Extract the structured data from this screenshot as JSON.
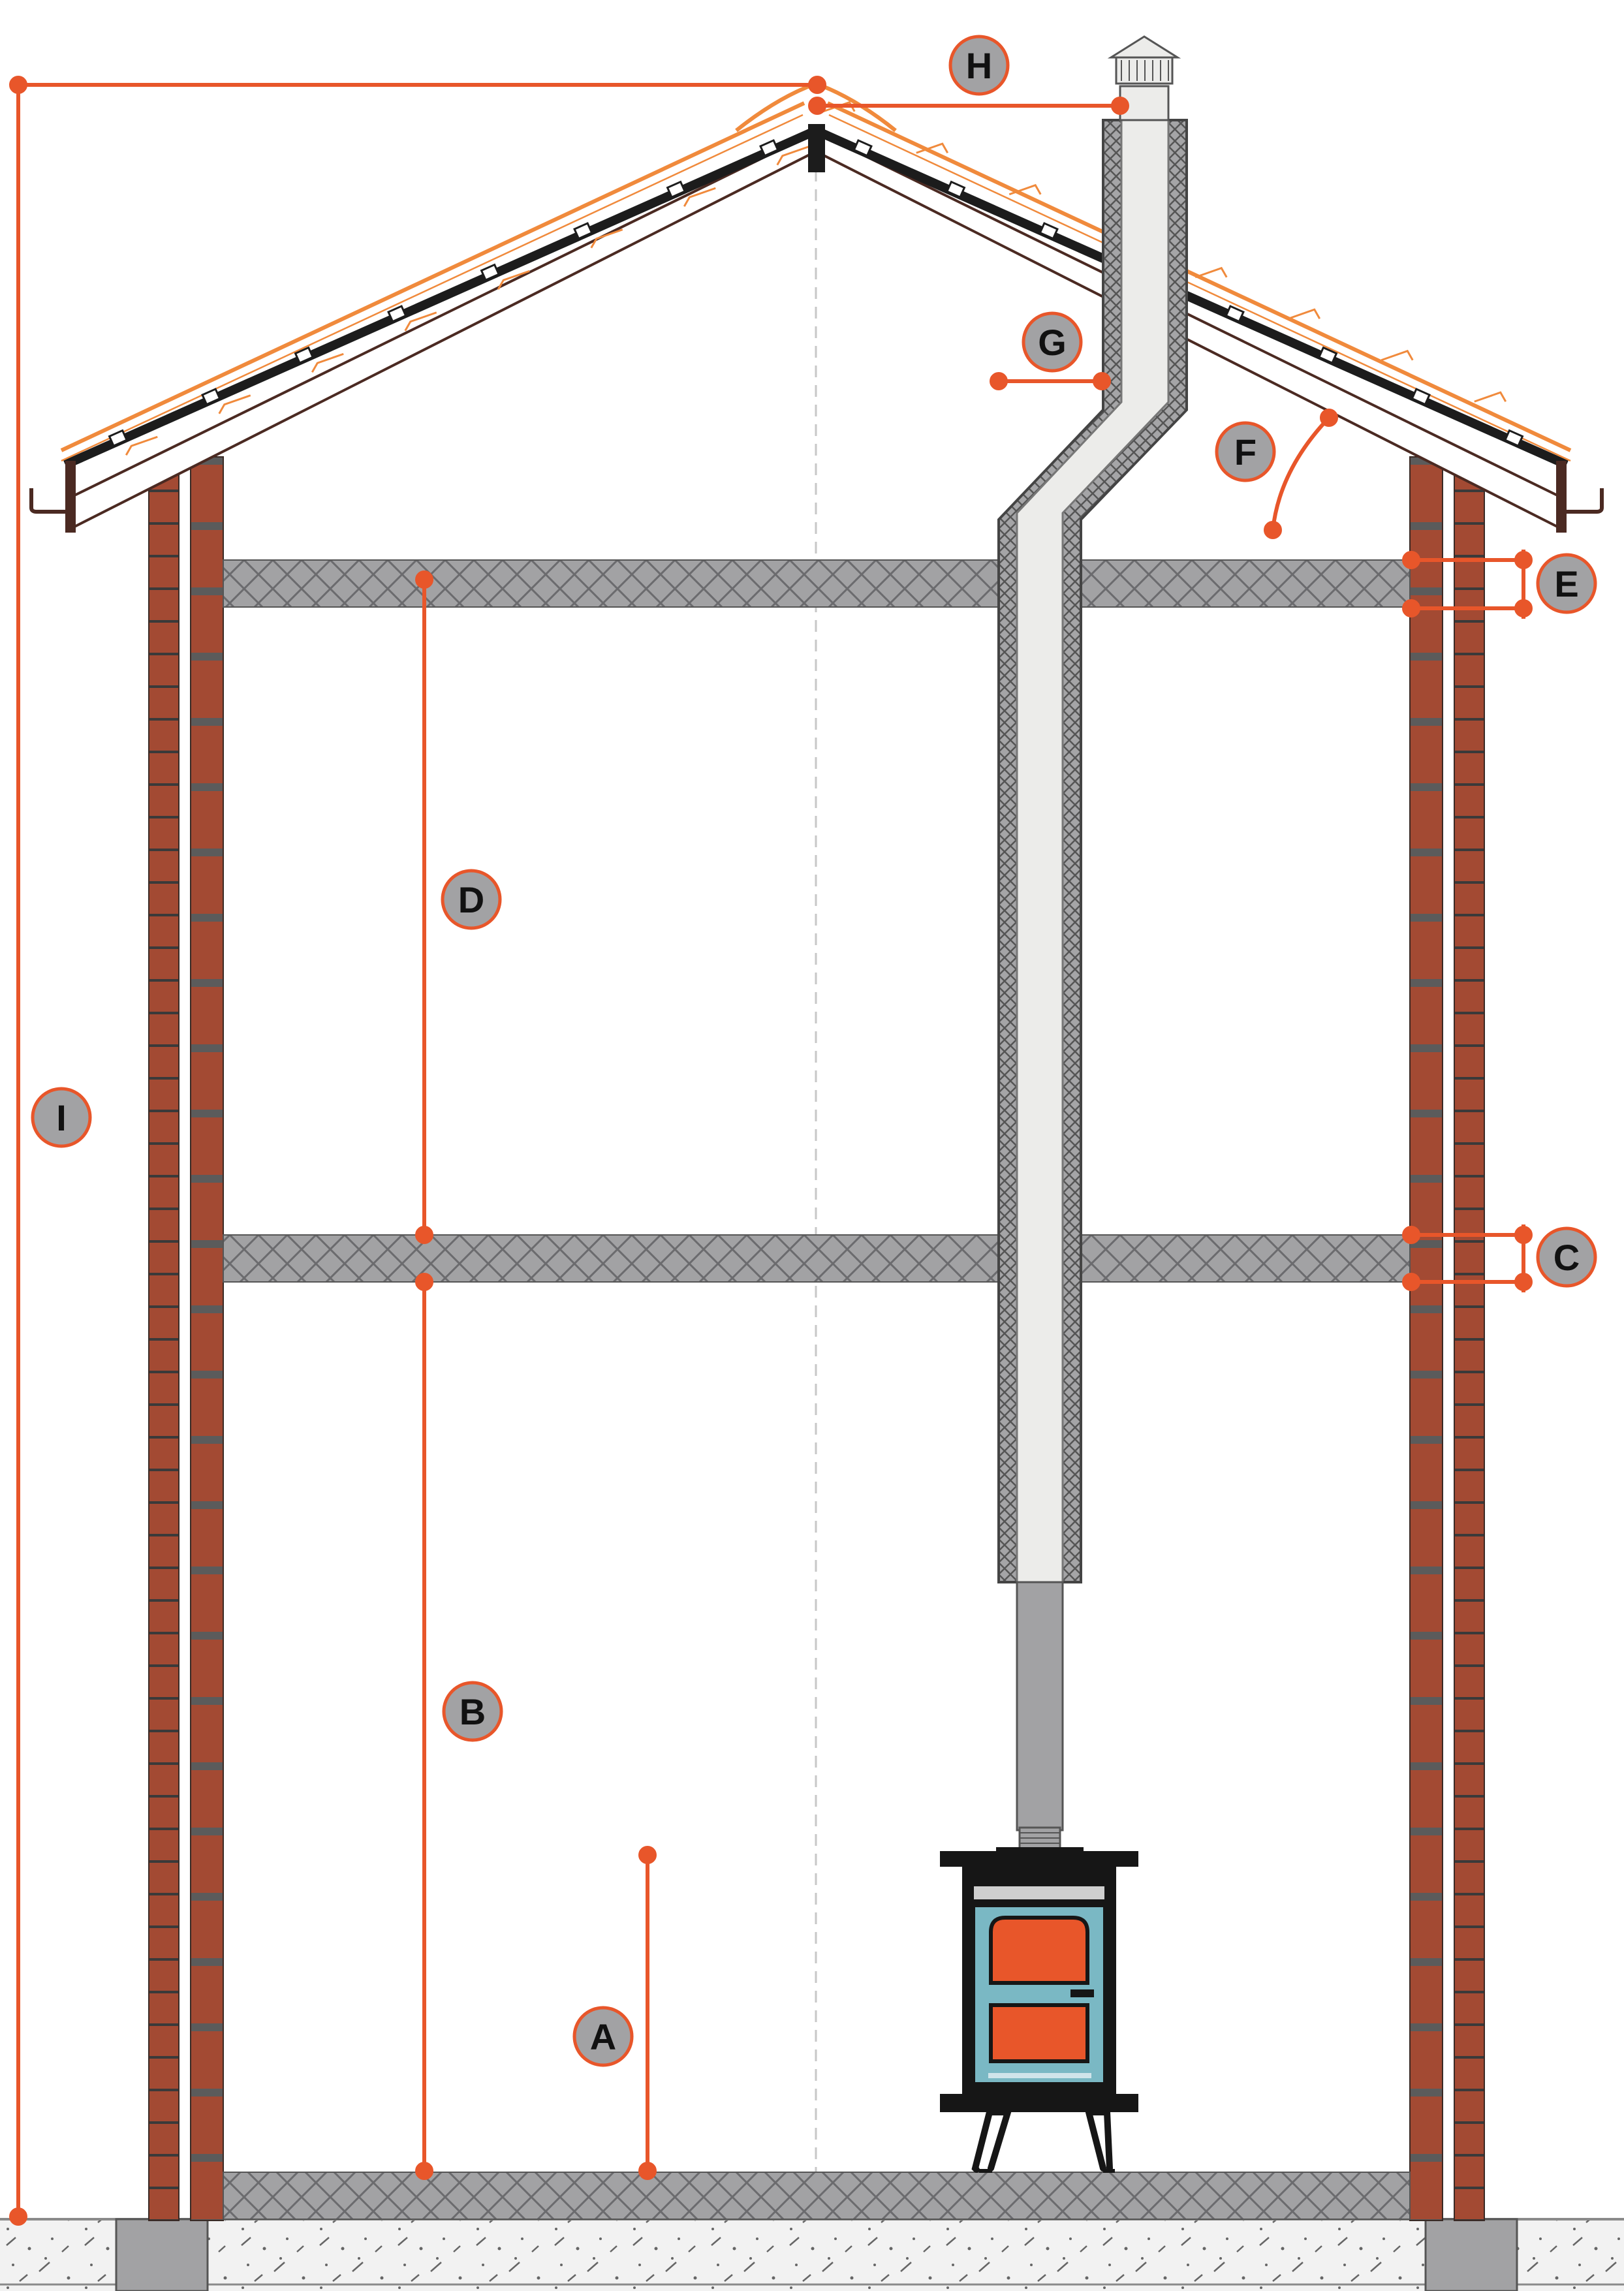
{
  "colors": {
    "accent": "#e8562a",
    "brick": "#a34a33",
    "mortar": "#5b5b5b",
    "slab": "#a2a2a4",
    "slab_hatch": "#6b6b6e",
    "roof_tile": "#f08a3c",
    "roof_rafter": "#1c1c1c",
    "flue_fill": "#ececea",
    "flue_wall": "#8f8f91",
    "stove_body": "#161616",
    "stove_glass": "#7ab8c4",
    "stove_fire": "#e8562a",
    "label_circle": "#a2a2a4",
    "ground": "#efefef"
  },
  "labels": {
    "A": "A",
    "B": "B",
    "C": "C",
    "D": "D",
    "E": "E",
    "F": "F",
    "G": "G",
    "H": "H",
    "I": "I"
  }
}
